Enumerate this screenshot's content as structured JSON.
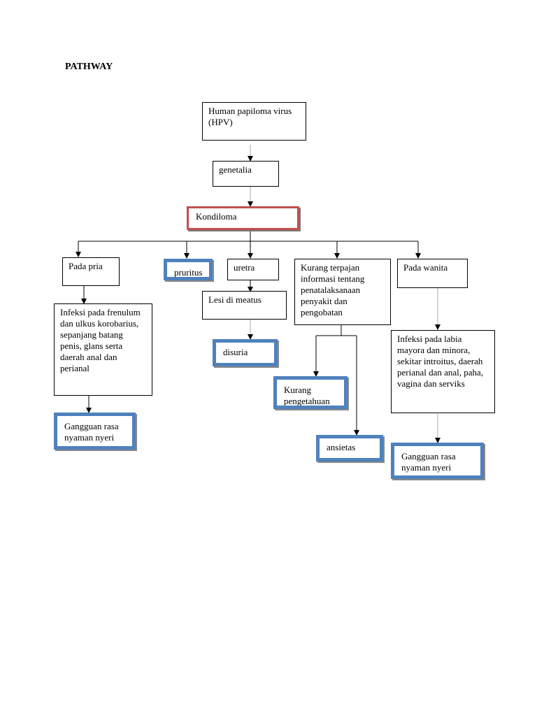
{
  "title": "PATHWAY",
  "nodes": {
    "hpv": "Human papiloma virus (HPV)",
    "genetalia": "genetalia",
    "kondiloma": "Kondiloma",
    "pada_pria": "Pada pria",
    "pruritus": "pruritus",
    "uretra": "uretra",
    "kurang_terpajan": "Kurang terpajan informasi tentang penatalaksanaan penyakit dan pengobatan",
    "pada_wanita": "Pada wanita",
    "infeksi_pria": "Infeksi pada frenulum dan ulkus korobarius, sepanjang batang penis, glans serta daerah anal dan perianal",
    "lesi_meatus": "Lesi di meatus",
    "disuria": "disuria",
    "kurang_pengetahuan": "Kurang pengetahuan",
    "ansietas": "ansietas",
    "infeksi_wanita": "Infeksi pada labia mayora dan minora, sekitar introitus, daerah perianal dan anal, paha, vagina dan serviks",
    "gangguan_pria": "Gangguan rasa nyaman nyeri",
    "gangguan_wanita": "Gangguan rasa nyaman nyeri"
  },
  "colors": {
    "problem_border": "#c0504d",
    "diagnosis_border": "#4f81bd",
    "line": "#000000"
  }
}
